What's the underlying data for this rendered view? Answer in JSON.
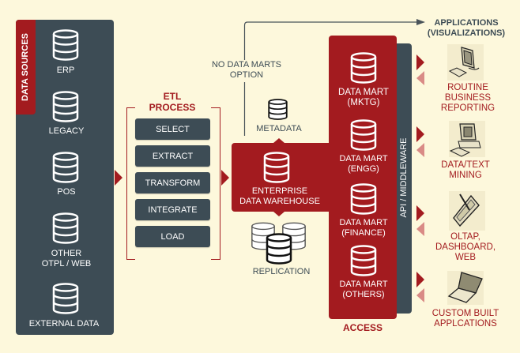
{
  "colors": {
    "background": "#fdf8dc",
    "panel": "#3d4c55",
    "accent": "#a31b1f",
    "accent_light": "#d98b86"
  },
  "data_sources": {
    "title": "DATA SOURCES",
    "items": [
      {
        "label": "ERP",
        "icon": "database-icon"
      },
      {
        "label": "LEGACY",
        "icon": "database-icon"
      },
      {
        "label": "POS",
        "icon": "database-icon"
      },
      {
        "label": "OTHER",
        "label2": "OTPL / WEB",
        "icon": "database-icon"
      },
      {
        "label": "EXTERNAL DATA",
        "icon": "database-icon"
      }
    ]
  },
  "etl": {
    "title1": "ETL",
    "title2": "PROCESS",
    "steps": [
      "SELECT",
      "EXTRACT",
      "TRANSFORM",
      "INTEGRATE",
      "LOAD"
    ]
  },
  "no_data_marts": {
    "line1": "NO DATA MARTS",
    "line2": "OPTION"
  },
  "metadata": {
    "label": "METADATA"
  },
  "edw": {
    "line1": "ENTERPRISE",
    "line2": "DATA WAREHOUSE"
  },
  "replication": {
    "label": "REPLICATION"
  },
  "data_marts": [
    {
      "line1": "DATA MART",
      "line2": "(MKTG)"
    },
    {
      "line1": "DATA MART",
      "line2": "(ENGG)"
    },
    {
      "line1": "DATA MART",
      "line2": "(FINANCE)"
    },
    {
      "line1": "DATA MART",
      "line2": "(OTHERS)"
    }
  ],
  "access": {
    "label": "ACCESS"
  },
  "middleware": {
    "label": "API / MIDDLEWARE"
  },
  "applications": {
    "title1": "APPLICATIONS",
    "title2": "(VISUALIZATIONS)",
    "items": [
      {
        "lines": [
          "ROUTINE",
          "BUSINESS",
          "REPORTING"
        ],
        "icon": "computer-icon"
      },
      {
        "lines": [
          "DATA/TEXT",
          "MINING"
        ],
        "icon": "desktop-pc-icon"
      },
      {
        "lines": [
          "OLTAP,",
          "DASHBOARD,",
          "WEB"
        ],
        "icon": "tablet-pen-icon"
      },
      {
        "lines": [
          "CUSTOM BUILT",
          "APPLCATIONS"
        ],
        "icon": "laptop-icon"
      }
    ]
  }
}
